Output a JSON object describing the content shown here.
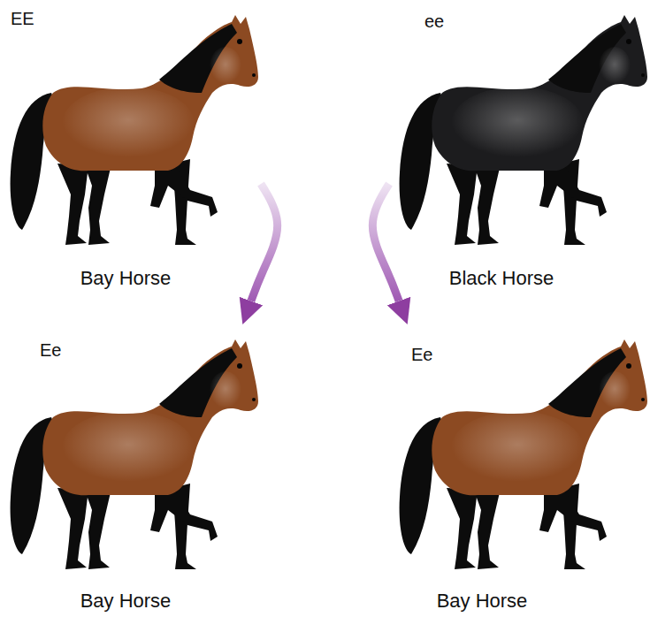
{
  "diagram": {
    "nodes": [
      {
        "text": [
          "EE",
          "Bay Horse"
        ]
      },
      {
        "text": [
          "ee",
          "Black Horse"
        ]
      },
      {
        "text": [
          "Ee",
          "Bay Horse"
        ]
      },
      {
        "text": [
          "Ee",
          "Bay Horse"
        ]
      }
    ],
    "edges": [
      {
        "from": 0,
        "to": 2,
        "arrow": "to"
      },
      {
        "from": 1,
        "to": 3,
        "arrow": "to"
      }
    ]
  }
}
